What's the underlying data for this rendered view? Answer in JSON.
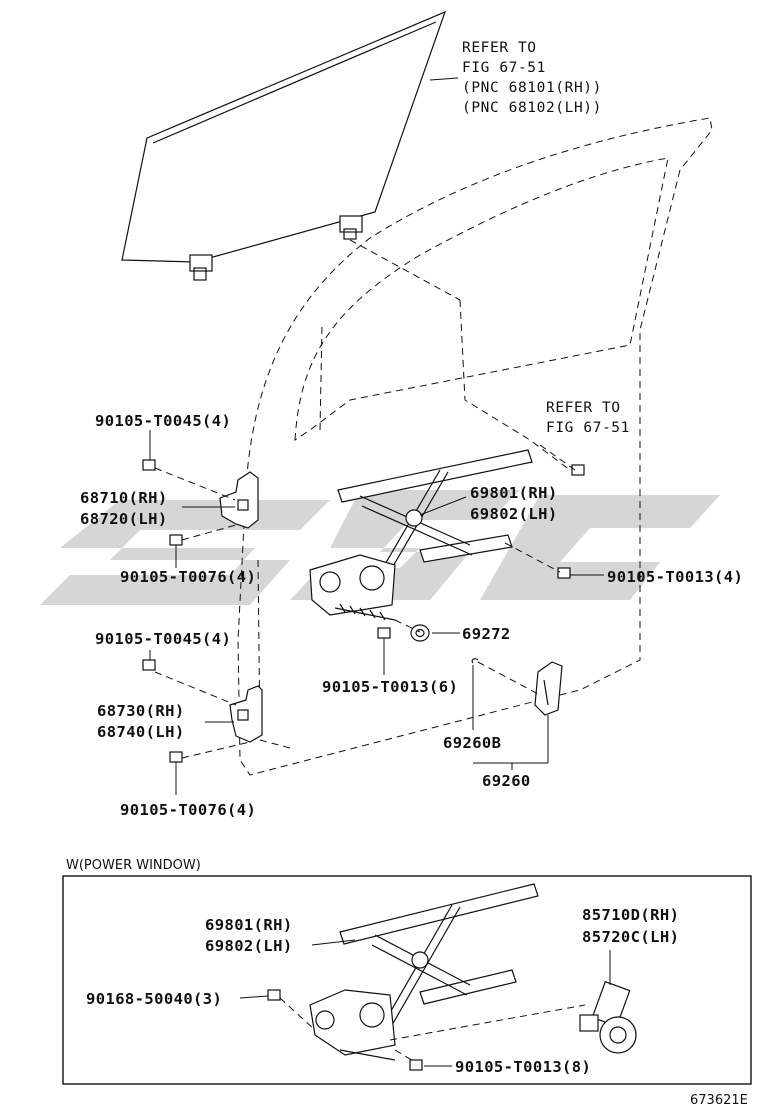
{
  "labels": {
    "refer_top": [
      "REFER TO",
      "FIG 67-51",
      "(PNC 68101(RH))",
      "(PNC 68102(LH))"
    ],
    "refer_right": [
      "REFER TO",
      "FIG 67-51"
    ],
    "p_90105_T0045_a": "90105-T0045(4)",
    "p_68710": "68710(RH)",
    "p_68720": "68720(LH)",
    "p_90105_T0076_a": "90105-T0076(4)",
    "p_69801_a": "69801(RH)",
    "p_69802_a": "69802(LH)",
    "p_90105_T0013_4": "90105-T0013(4)",
    "p_69272": "69272",
    "p_90105_T0045_b": "90105-T0045(4)",
    "p_90105_T0013_6": "90105-T0013(6)",
    "p_68730": "68730(RH)",
    "p_68740": "68740(LH)",
    "p_69260B": "69260B",
    "p_69260": "69260",
    "p_90105_T0076_b": "90105-T0076(4)",
    "inset_title": "W(POWER WINDOW)",
    "p_69801_b": "69801(RH)",
    "p_69802_b": "69802(LH)",
    "p_85710D": "85710D(RH)",
    "p_85720C": "85720C(LH)",
    "p_90168": "90168-50040(3)",
    "p_90105_T0013_8": "90105-T0013(8)",
    "figure_id": "673621E"
  }
}
